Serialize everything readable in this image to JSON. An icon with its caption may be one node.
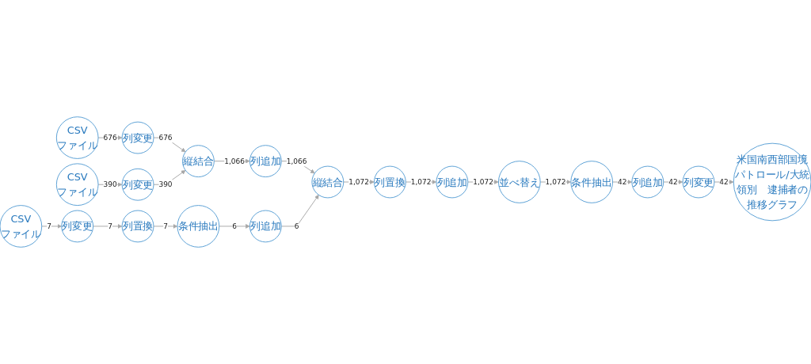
{
  "diagram": {
    "nodes": [
      {
        "text": [
          "CSV",
          "ファイル"
        ]
      },
      {
        "text": [
          "列変更"
        ]
      },
      {
        "text": [
          "縦結合"
        ]
      },
      {
        "text": [
          "列追加"
        ]
      },
      {
        "text": [
          "縦結合"
        ]
      },
      {
        "text": [
          "列置換"
        ]
      },
      {
        "text": [
          "列追加"
        ]
      },
      {
        "text": [
          "並べ替え"
        ]
      },
      {
        "text": [
          "条件抽出"
        ]
      },
      {
        "text": [
          "列追加"
        ]
      },
      {
        "text": [
          "列変更"
        ]
      },
      {
        "text": [
          "CSV",
          "ファイル"
        ]
      },
      {
        "text": [
          "列変更"
        ]
      },
      {
        "text": [
          "CSV",
          "ファイル"
        ]
      },
      {
        "text": [
          "列変更"
        ]
      },
      {
        "text": [
          "列置換"
        ]
      },
      {
        "text": [
          "条件抽出"
        ]
      },
      {
        "text": [
          "列追加"
        ]
      },
      {
        "text": [
          "米国南西部国境パトロール/大統領別　逮捕者の推移グラフ"
        ]
      }
    ],
    "edges": [
      {
        "from": 0,
        "to": 1,
        "arrow": "to",
        "label": "676"
      },
      {
        "from": 1,
        "to": 2,
        "arrow": "to",
        "label": "676"
      },
      {
        "from": 2,
        "to": 3,
        "arrow": "to",
        "label": "1,066"
      },
      {
        "from": 3,
        "to": 4,
        "arrow": "to",
        "label": "1,066"
      },
      {
        "from": 4,
        "to": 5,
        "arrow": "to",
        "label": "1,072"
      },
      {
        "from": 5,
        "to": 6,
        "arrow": "to",
        "label": "1,072"
      },
      {
        "from": 6,
        "to": 7,
        "arrow": "to",
        "label": "1,072"
      },
      {
        "from": 7,
        "to": 8,
        "arrow": "to",
        "label": "1,072"
      },
      {
        "from": 8,
        "to": 9,
        "arrow": "to",
        "label": "42"
      },
      {
        "from": 9,
        "to": 10,
        "arrow": "to",
        "label": "42"
      },
      {
        "from": 10,
        "to": 18,
        "arrow": "to",
        "label": "42"
      },
      {
        "from": 11,
        "to": 12,
        "arrow": "to",
        "label": "390"
      },
      {
        "from": 12,
        "to": 2,
        "arrow": "to",
        "label": "390"
      },
      {
        "from": 13,
        "to": 14,
        "arrow": "to",
        "label": "7"
      },
      {
        "from": 14,
        "to": 15,
        "arrow": "to",
        "label": "7"
      },
      {
        "from": 15,
        "to": 16,
        "arrow": "to",
        "label": "7"
      },
      {
        "from": 16,
        "to": 17,
        "arrow": "to",
        "label": "6"
      },
      {
        "from": 17,
        "to": 4,
        "arrow": "to",
        "label": "6"
      }
    ]
  }
}
